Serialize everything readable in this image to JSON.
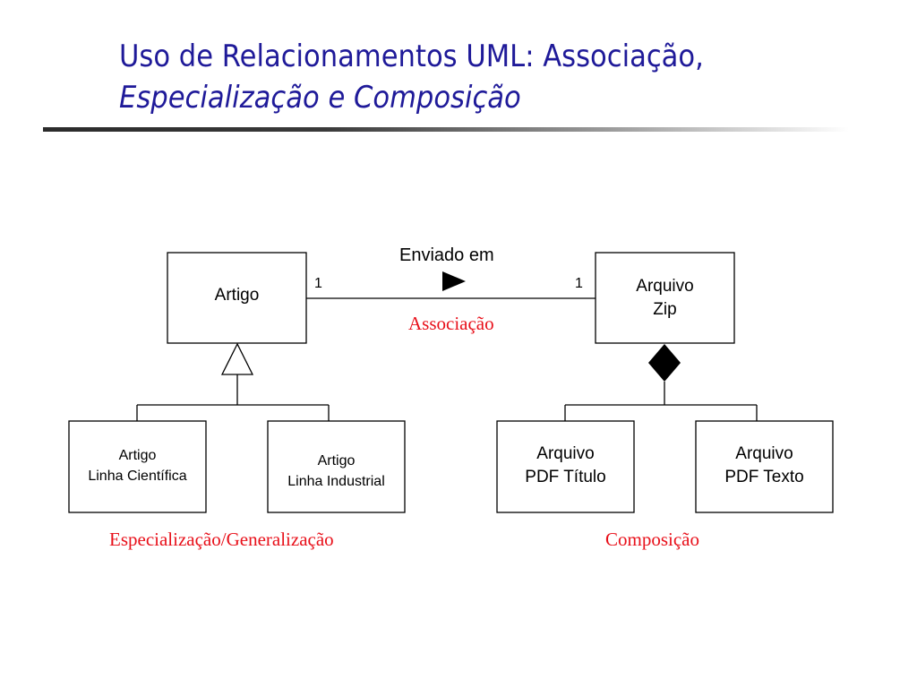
{
  "slide": {
    "title_line1": "Uso de Relacionamentos UML: Associação,",
    "title_line2": "Especialização e Composição"
  },
  "diagram": {
    "association": {
      "label": "Enviado em",
      "left_multiplicity": "1",
      "right_multiplicity": "1",
      "caption": "Associação"
    },
    "classes": {
      "artigo": "Artigo",
      "arquivo_zip": "Arquivo\nZip",
      "artigo_cientifica": "Artigo\nLinha Científica",
      "artigo_industrial": "Artigo\nLinha Industrial",
      "arquivo_pdf_titulo": "Arquivo\nPDF Título",
      "arquivo_pdf_texto": "Arquivo\nPDF Texto"
    },
    "captions": {
      "especializacao": "Especialização/Generalização",
      "composicao": "Composição"
    },
    "colors": {
      "title": "#1f1a99",
      "caption": "#e8101a"
    }
  }
}
